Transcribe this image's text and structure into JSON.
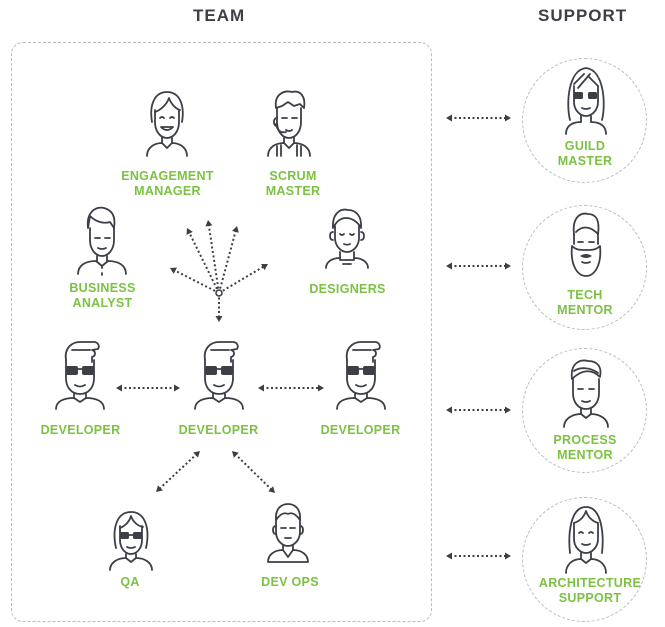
{
  "headers": {
    "team": "TEAM",
    "support": "SUPPORT"
  },
  "team": {
    "engagement_manager": {
      "line1": "ENGAGEMENT",
      "line2": "MANAGER"
    },
    "scrum_master": {
      "line1": "SCRUM",
      "line2": "MASTER"
    },
    "business_analyst": {
      "line1": "BUSINESS",
      "line2": "ANALYST"
    },
    "designers": {
      "line1": "DESIGNERS"
    },
    "developer_left": {
      "line1": "DEVELOPER"
    },
    "developer_center": {
      "line1": "DEVELOPER"
    },
    "developer_right": {
      "line1": "DEVELOPER"
    },
    "qa": {
      "line1": "QA"
    },
    "dev_ops": {
      "line1": "DEV OPS"
    }
  },
  "support": {
    "guild_master": {
      "line1": "GUILD",
      "line2": "MASTER"
    },
    "tech_mentor": {
      "line1": "TECH",
      "line2": "MENTOR"
    },
    "process_mentor": {
      "line1": "PROCESS",
      "line2": "MENTOR"
    },
    "architecture_support": {
      "line1": "ARCHITECTURE",
      "line2": "SUPPORT"
    }
  },
  "colors": {
    "label_green": "#7cc242",
    "ink": "#3d3f47",
    "dashed_border": "#b9bcc2"
  },
  "icons": {
    "engagement_manager": "woman-smiling-icon",
    "scrum_master": "man-headset-icon",
    "business_analyst": "man-tie-icon",
    "designers": "woman-turtleneck-icon",
    "developer": "developer-glasses-icon",
    "qa": "woman-glasses-icon",
    "dev_ops": "man-vneck-icon",
    "guild_master": "woman-long-hair-icon",
    "tech_mentor": "bearded-man-icon",
    "process_mentor": "man-side-hair-icon",
    "architecture_support": "woman-straight-hair-icon"
  }
}
